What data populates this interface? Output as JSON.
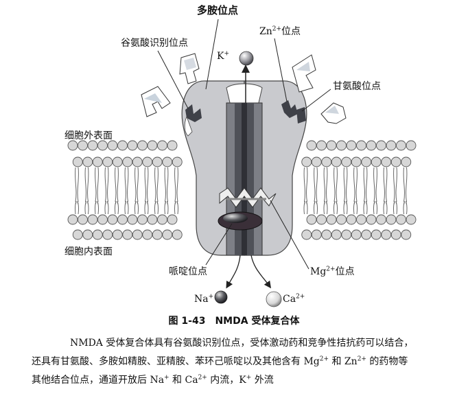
{
  "labels": {
    "polyamine_site": "多胺位点",
    "glutamate_site": "谷氨酸识别位点",
    "zn_site_text": "位点",
    "k_ion": "K",
    "glycine_site": "甘氨酸位点",
    "outer_surface": "细胞外表面",
    "inner_surface": "细胞内表面",
    "piperidine_site": "哌啶位点",
    "mg_site_text": "位点",
    "na_ion": "Na",
    "ca_ion": "Ca",
    "zn": "Zn",
    "mg": "Mg",
    "charge_plus": "+",
    "charge_2plus": "2+"
  },
  "caption": {
    "number": "图 1-43",
    "title": "NMDA 受体复合体"
  },
  "body": {
    "line1": "NMDA 受体复合体具有谷氨酸识别位点，受体激动药和竞争性拮抗药可以结合，",
    "line2a": "还具有甘氨酸、多胺如精胺、亚精胺、苯环己哌啶以及其他含有 Mg",
    "line2b": " 和 Zn",
    "line2c": " 的药物等",
    "line3a": "其他结合位点，通道开放后 Na",
    "line3b": " 和 Ca",
    "line3c": " 内流，K",
    "line3d": " 外流"
  },
  "colors": {
    "receptor": "#c9cace",
    "channel_outer": "#7d7f86",
    "channel_inner": "#4f5158",
    "lipid_head": "#d7d7d7",
    "site_mark": "#3f4148"
  }
}
